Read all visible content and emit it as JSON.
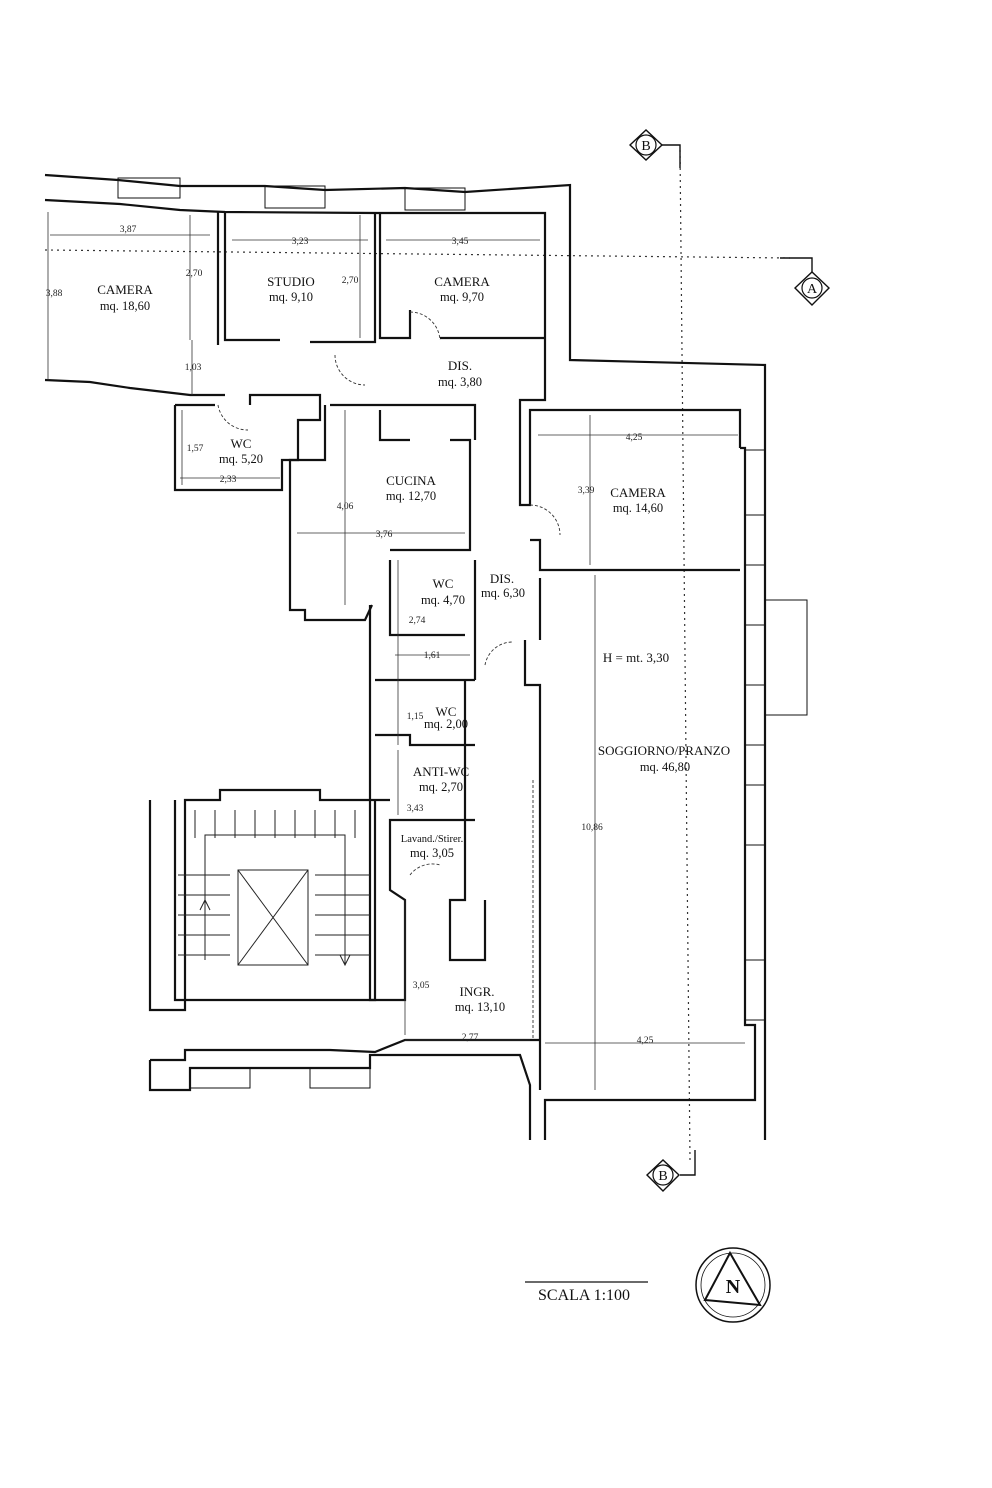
{
  "rooms": {
    "camera_west": {
      "name": "CAMERA",
      "area": "mq. 18,60"
    },
    "studio": {
      "name": "STUDIO",
      "area": "mq. 9,10"
    },
    "camera_north": {
      "name": "CAMERA",
      "area": "mq. 9,70"
    },
    "dis_north": {
      "name": "DIS.",
      "area": "mq. 3,80"
    },
    "wc_west": {
      "name": "WC",
      "area": "mq. 5,20"
    },
    "cucina": {
      "name": "CUCINA",
      "area": "mq. 12,70"
    },
    "camera_east": {
      "name": "CAMERA",
      "area": "mq. 14,60"
    },
    "wc_mid": {
      "name": "WC",
      "area": "mq. 4,70"
    },
    "dis_mid": {
      "name": "DIS.",
      "area": "mq. 6,30"
    },
    "wc_small": {
      "name": "WC",
      "area": "mq. 2,00"
    },
    "anti_wc": {
      "name": "ANTI-WC",
      "area": "mq. 2,70"
    },
    "lavand": {
      "name": "Lavand./Stirer.",
      "area": "mq. 3,05"
    },
    "ingr": {
      "name": "INGR.",
      "area": "mq. 13,10"
    },
    "soggiorno": {
      "name": "SOGGIORNO/PRANZO",
      "area": "mq. 46,80"
    }
  },
  "height_note": "H = mt. 3,30",
  "dimensions": {
    "d387": "3,87",
    "d388": "3,88",
    "d270a": "2,70",
    "d323": "3,23",
    "d270b": "2,70",
    "d345": "3,45",
    "d103": "1,03",
    "d157": "1,57",
    "d233": "2,33",
    "d406": "4,06",
    "d376": "3,76",
    "d425a": "4,25",
    "d339": "3,39",
    "d274": "2,74",
    "d161": "1,61",
    "d115": "1,15",
    "d343": "3,43",
    "d1086": "10,86",
    "d305": "3,05",
    "d277": "2,77",
    "d425b": "4,25"
  },
  "section_marks": {
    "b_top": "B",
    "a": "A",
    "b_bottom": "B"
  },
  "scale_label": "SCALA 1:100",
  "north_label": "N"
}
